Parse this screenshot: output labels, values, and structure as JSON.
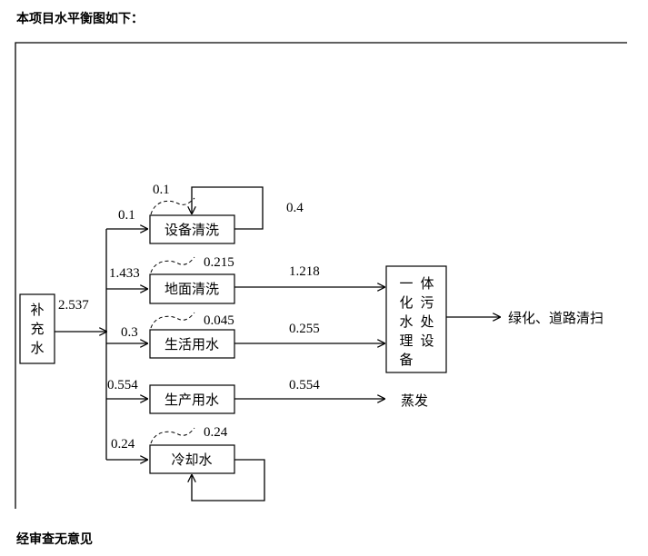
{
  "page": {
    "heading_top": "本项目水平衡图如下：",
    "heading_bottom": "经审查无意见"
  },
  "diagram": {
    "source": {
      "label_lines": [
        "补",
        "充",
        "水"
      ],
      "value": "2.537"
    },
    "processes": [
      {
        "label": "设备清洗",
        "input": "0.1",
        "loss": "0.1",
        "recycle": "0.4"
      },
      {
        "label": "地面清洗",
        "input": "1.433",
        "loss": "0.215",
        "output": "1.218"
      },
      {
        "label": "生活用水",
        "input": "0.3",
        "loss": "0.045",
        "output": "0.255"
      },
      {
        "label": "生产用水",
        "input": "0.554",
        "output": "0.554"
      },
      {
        "label": "冷却水",
        "input": "0.24",
        "loss": "0.24"
      }
    ],
    "treatment": {
      "label_columns": [
        [
          "一",
          "化",
          "水",
          "理",
          "备"
        ],
        [
          "体",
          "污",
          "处",
          "设"
        ]
      ]
    },
    "destinations": {
      "reuse": "绿化、道路清扫",
      "evaporation": "蒸发"
    }
  }
}
